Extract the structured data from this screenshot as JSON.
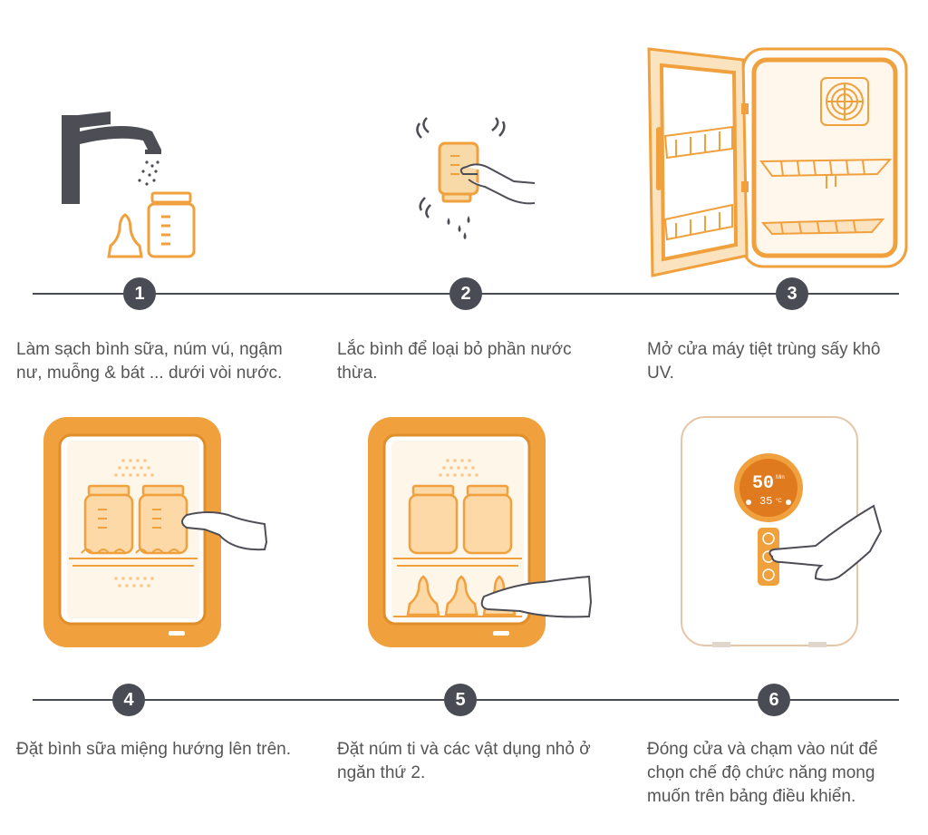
{
  "steps": [
    {
      "number": "1",
      "text": "Làm sạch bình sữa, núm vú, ngậm nư, muỗng & bát ... dưới vòi nước.",
      "icon": "faucet-bottle-icon"
    },
    {
      "number": "2",
      "text": "Lắc bình để loại bỏ phần nước thừa.",
      "icon": "shake-bottle-icon"
    },
    {
      "number": "3",
      "text": "Mở cửa máy tiệt trùng sấy khô UV.",
      "icon": "open-sterilizer-icon"
    },
    {
      "number": "4",
      "text": "Đặt bình sữa miệng hướng lên trên.",
      "icon": "place-bottles-icon"
    },
    {
      "number": "5",
      "text": "Đặt núm ti và các vật dụng nhỏ ở ngăn thứ 2.",
      "icon": "place-nipples-icon"
    },
    {
      "number": "6",
      "text": "Đóng cửa và chạm vào nút để chọn chế độ chức năng mong muốn trên bảng điều khiển.",
      "icon": "control-panel-icon"
    }
  ],
  "display": {
    "time": "50",
    "time_unit": "Min",
    "temp": "35",
    "temp_unit": "°C"
  },
  "colors": {
    "accent": "#f0a03c",
    "dark": "#4a4c55",
    "text": "#555555"
  }
}
